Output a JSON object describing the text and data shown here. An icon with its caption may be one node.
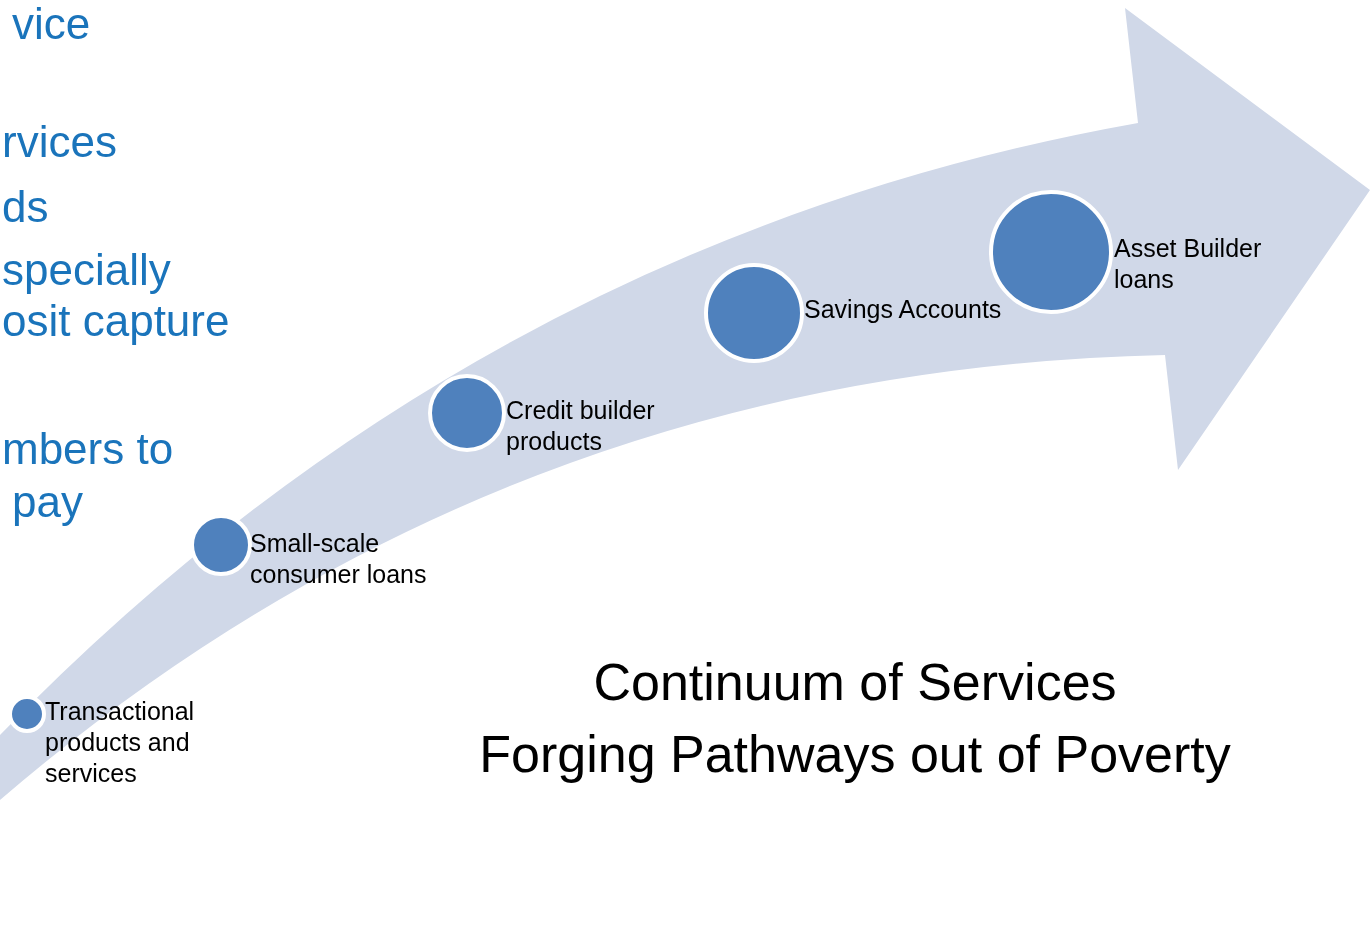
{
  "diagram": {
    "title": "Continuum of Services",
    "caption": "Forging Pathways out of Poverty",
    "nodes": [
      {
        "text": [
          "Transactional products and services"
        ]
      },
      {
        "text": [
          "Small-scale consumer loans"
        ]
      },
      {
        "text": [
          "Credit builder products"
        ]
      },
      {
        "text": [
          "Savings Accounts"
        ]
      },
      {
        "text": [
          "Asset Builder loans"
        ]
      }
    ],
    "labels": [
      "vice",
      "rvices",
      "ds",
      "specially",
      "osit capture",
      "mbers to",
      "pay"
    ]
  }
}
